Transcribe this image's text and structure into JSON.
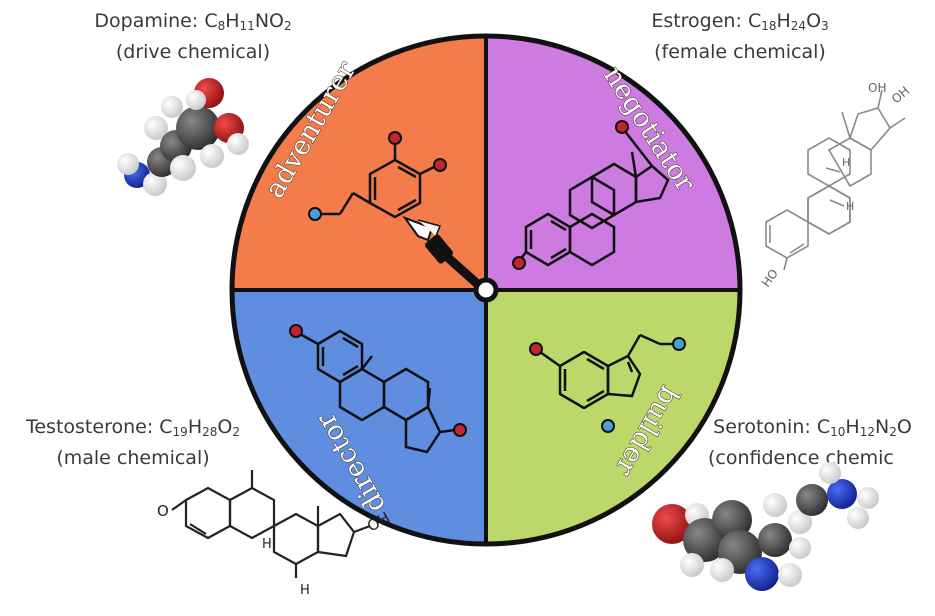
{
  "molecules": {
    "dopamine": {
      "name": "Dopamine",
      "formula": [
        "C",
        "8",
        "H",
        "11",
        "NO",
        "2"
      ],
      "role": "(drive chemical)",
      "personality": "adventurer",
      "color": "#f47c4a"
    },
    "estrogen": {
      "name": "Estrogen",
      "formula": [
        "C",
        "18",
        "H",
        "24",
        "O",
        "3"
      ],
      "role": "(female chemical)",
      "personality": "negotiator",
      "color": "#cd7be0"
    },
    "testosterone": {
      "name": "Testosterone",
      "formula": [
        "C",
        "19",
        "H",
        "28",
        "O",
        "2"
      ],
      "role": "(male chemical)",
      "personality": "director",
      "color": "#5f8ee0"
    },
    "serotonin": {
      "name": "Serotonin",
      "formula": [
        "C",
        "10",
        "H",
        "12",
        "N",
        "2",
        "O"
      ],
      "role": "(confidence chemic",
      "personality": "builder",
      "color": "#bcd86a"
    }
  },
  "atom_labels": {
    "hydroxyl": "OH",
    "ketone_oxygen": "O",
    "hydroxyl_reversed": "HO",
    "hydrogen": "H"
  },
  "colors": {
    "outline": "#111111",
    "oxygen": "#c0272d",
    "nitrogen": "#4a9fd8",
    "carbon_model": "#4a4a4a",
    "hydrogen_model": "#f2f2f2",
    "text": "#3a3a3a"
  },
  "icons": {
    "spinner_hand": "pointing-hand-icon",
    "spinner_pivot": "pivot-icon"
  }
}
